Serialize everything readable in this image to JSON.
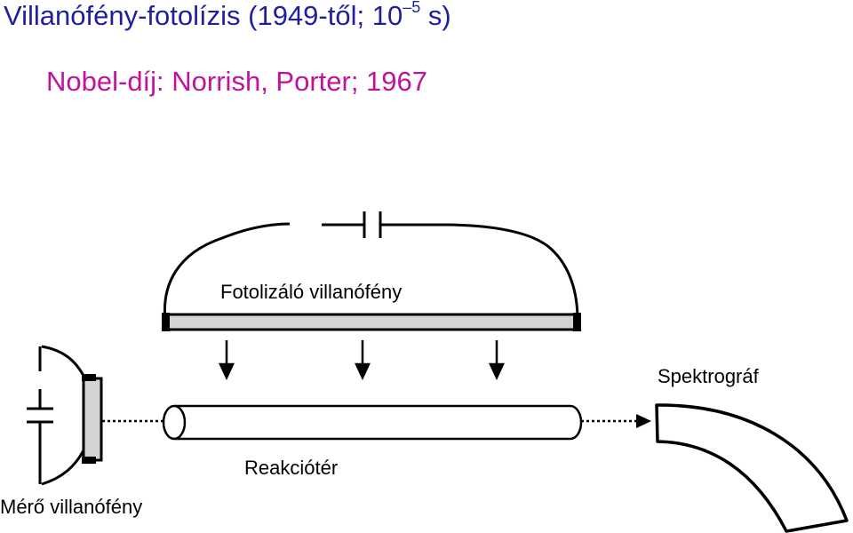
{
  "header": {
    "title_main": "Villanófény-fotolízis (1949-től; 10",
    "title_exp": "–5",
    "title_tail": " s)",
    "subtitle": "Nobel-díj: Norrish, Porter; 1967"
  },
  "diagram": {
    "photolysis_flash_label": "Fotolizáló villanófény",
    "spectrograph_label": "Spektrográf",
    "reaction_space_label": "Reakciótér",
    "measuring_flash_label": "Mérő villanófény"
  },
  "colors": {
    "title": "#1f1fa0",
    "subtitle": "#c0139a",
    "lamp_fill": "#d4d4d4"
  }
}
